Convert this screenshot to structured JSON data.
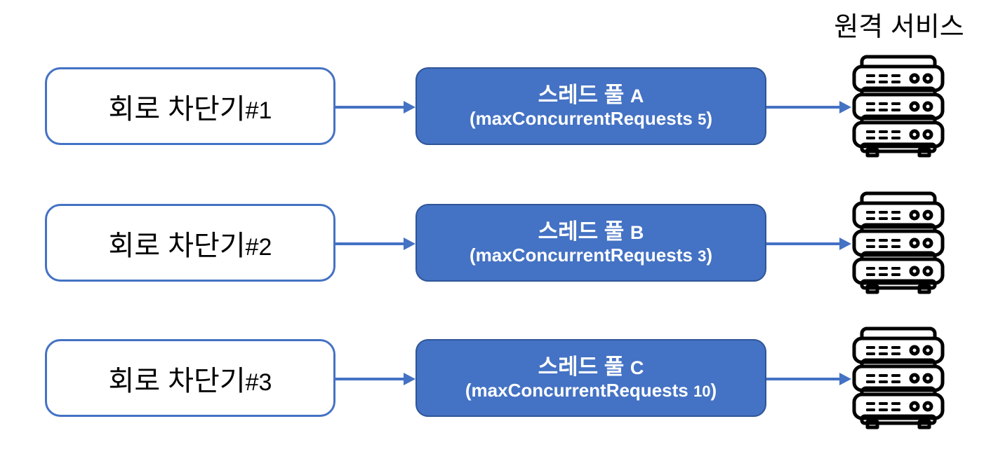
{
  "diagram": {
    "title_right": "원격 서비스",
    "colors": {
      "box_border_blue": "#4472C4",
      "pool_fill_blue": "#4472C4",
      "pool_border_blue": "#2F5597",
      "arrow_blue": "#4472C4",
      "text_black": "#000000",
      "text_white": "#FFFFFF",
      "background": "#FFFFFF"
    },
    "rows": [
      {
        "breaker_label": "회로 차단기",
        "breaker_index": "#1",
        "pool_title": "스레드 풀",
        "pool_letter": "A",
        "pool_param_prefix": "(maxConcurrentRequests",
        "pool_param_value": "5",
        "pool_param_suffix": ")",
        "pool_subtitle": "(maxConcurrentRequests 5)",
        "target_icon": "server-rack-icon"
      },
      {
        "breaker_label": "회로 차단기",
        "breaker_index": "#2",
        "pool_title": "스레드 풀",
        "pool_letter": "B",
        "pool_param_prefix": "(maxConcurrentRequests",
        "pool_param_value": "3",
        "pool_param_suffix": ")",
        "pool_subtitle": "(maxConcurrentRequests 3)",
        "target_icon": "server-rack-icon"
      },
      {
        "breaker_label": "회로 차단기",
        "breaker_index": "#3",
        "pool_title": "스레드 풀",
        "pool_letter": "C",
        "pool_param_prefix": "(maxConcurrentRequests",
        "pool_param_value": "10",
        "pool_param_suffix": ")",
        "pool_subtitle": "(maxConcurrentRequests 10)",
        "target_icon": "server-rack-icon"
      }
    ]
  }
}
